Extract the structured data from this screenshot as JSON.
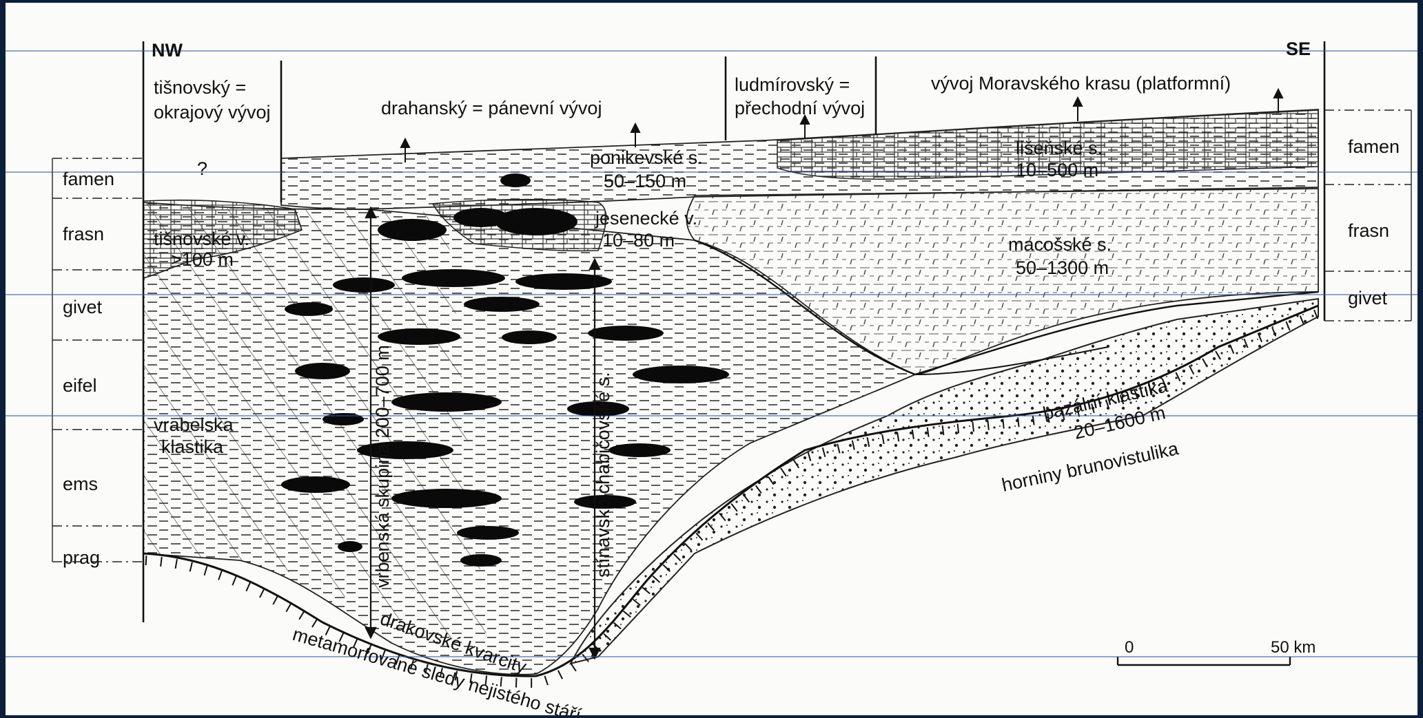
{
  "directions": {
    "left": "NW",
    "right": "SE"
  },
  "stages": [
    "famen",
    "frasn",
    "givet",
    "eifel",
    "ems",
    "prag"
  ],
  "stages_right": [
    "famen",
    "frasn",
    "givet"
  ],
  "facies_headers": {
    "tisnovsky_1": "tišnovský =",
    "tisnovsky_2": "okrajový vývoj",
    "drahansky": "drahanský = pánevní vývoj",
    "ludmirovsky_1": "ludmírovský =",
    "ludmirovsky_2": "přechodní vývoj",
    "moravsky": "vývoj Moravského krasu (platformní)"
  },
  "unit_labels": {
    "question": "?",
    "ponikevske_1": "ponikevské s.",
    "ponikevske_2": "50–150 m",
    "lisenske_1": "lišeňské s.",
    "lisenske_2": "10–500 m",
    "jesenecke_1": "jesenecké v.",
    "jesenecke_2": "10–80 m",
    "tisnovske_1": "tišnovské v.",
    "tisnovske_2": ">100 m",
    "macosske_1": "macošské s.",
    "macosske_2": "50–1300 m",
    "vrbenska": "vrbenská skupina 200–700 m",
    "stinavsko": "stínavsko chabičovské s.",
    "vrabelska_1": "vrabelska",
    "vrabelska_2": "klastika",
    "bazalni_1": "bazální klastika",
    "bazalni_2": "20–1600 m",
    "brunovistulika": "horniny brunovistulika",
    "drakovske": "drakovské kvarcity",
    "metamorfovane": "metamorfované sledy nejistého stáří"
  },
  "scale": {
    "start": "0",
    "end": "50 km"
  }
}
